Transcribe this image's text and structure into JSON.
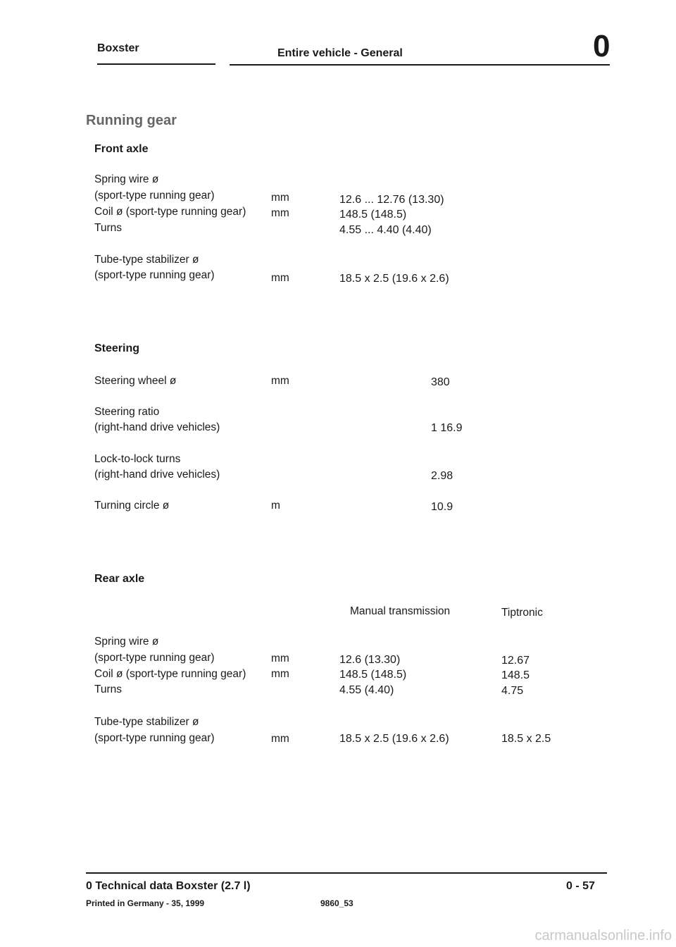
{
  "header": {
    "left": "Boxster",
    "center": "Entire vehicle - General",
    "chapter": "0"
  },
  "section_title": "Running gear",
  "front_axle": {
    "title": "Front axle",
    "spring_wire_label_1": "Spring wire ø",
    "spring_wire_label_2": "(sport-type running gear)",
    "spring_wire_unit": "mm",
    "spring_wire_value": "12.6 ... 12.76 (13.30)",
    "coil_label": "Coil ø (sport-type running gear)",
    "coil_unit": "mm",
    "coil_value": "148.5  (148.5)",
    "turns_label": "Turns",
    "turns_value": "4.55 ... 4.40 (4.40)",
    "stabilizer_label_1": "Tube-type stabilizer ø",
    "stabilizer_label_2": "(sport-type running gear)",
    "stabilizer_unit": "mm",
    "stabilizer_value": "18.5 x 2.5 (19.6 x 2.6)"
  },
  "steering": {
    "title": "Steering",
    "wheel_label": "Steering wheel ø",
    "wheel_unit": "mm",
    "wheel_value": "380",
    "ratio_label_1": "Steering ratio",
    "ratio_label_2": "(right-hand drive vehicles)",
    "ratio_value": "1  16.9",
    "lock_label_1": "Lock-to-lock turns",
    "lock_label_2": "(right-hand drive vehicles)",
    "lock_value": "2.98",
    "circle_label": "Turning circle ø",
    "circle_unit": "m",
    "circle_value": "10.9"
  },
  "rear_axle": {
    "title": "Rear axle",
    "col_manual": "Manual transmission",
    "col_tiptronic": "Tiptronic",
    "spring_wire_label_1": "Spring wire ø",
    "spring_wire_label_2": "(sport-type running gear)",
    "spring_wire_unit": "mm",
    "spring_wire_manual": "12.6 (13.30)",
    "spring_wire_tiptronic": "12.67",
    "coil_label": "Coil ø (sport-type running gear)",
    "coil_unit": "mm",
    "coil_manual": "148.5 (148.5)",
    "coil_tiptronic": "148.5",
    "turns_label": "Turns",
    "turns_manual": "4.55 (4.40)",
    "turns_tiptronic": "4.75",
    "stabilizer_label_1": "Tube-type stabilizer ø",
    "stabilizer_label_2": "(sport-type running gear)",
    "stabilizer_unit": "mm",
    "stabilizer_manual": "18.5 x 2.5 (19.6 x 2.6)",
    "stabilizer_tiptronic": "18.5 x 2.5"
  },
  "footer": {
    "title": "0  Technical data Boxster (2.7 l)",
    "page": "0 - 57",
    "printed": "Printed in Germany - 35, 1999",
    "code": "9860_53"
  },
  "watermark": "carmanualsonline.info"
}
